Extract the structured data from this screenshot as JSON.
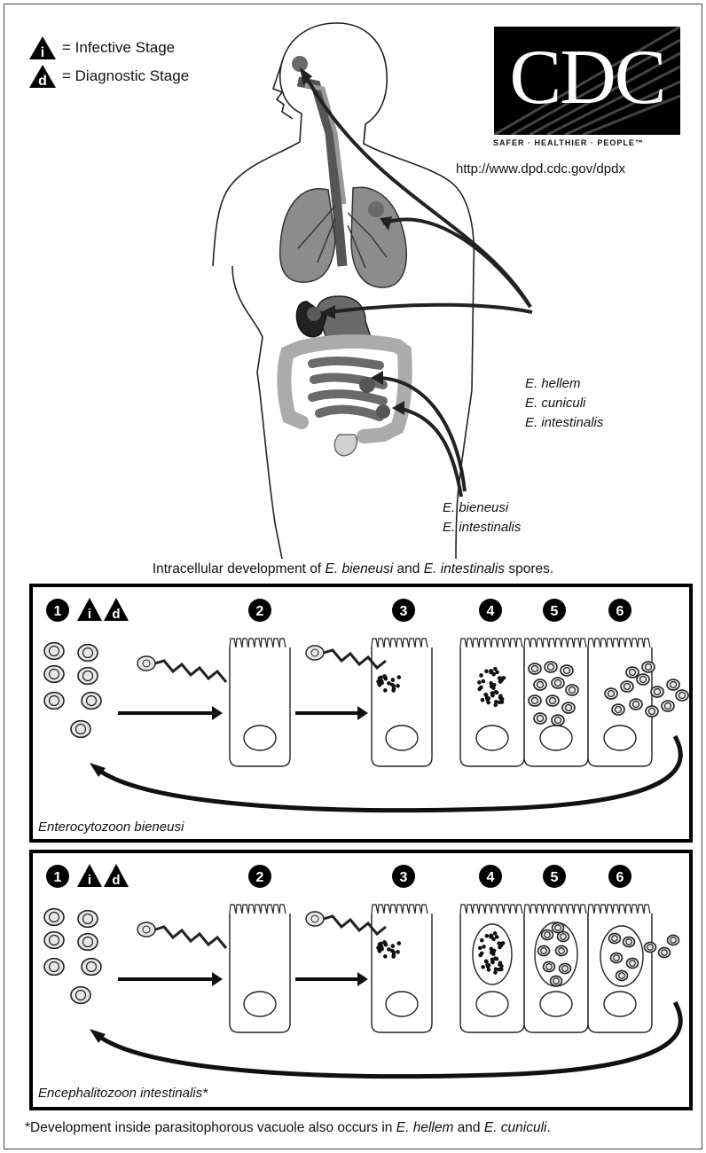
{
  "legend": {
    "infective": {
      "symbol": "i",
      "label": "= Infective Stage"
    },
    "diagnostic": {
      "symbol": "d",
      "label": "= Diagnostic Stage"
    }
  },
  "logo": {
    "text": "CDC",
    "tagline": "SAFER · HEALTHIER · PEOPLE™",
    "url": "http://www.dpd.cdc.gov/dpdx"
  },
  "body_labels": {
    "group_a": [
      "E. hellem",
      "E. cuniculi",
      "E. intestinalis"
    ],
    "group_b": [
      "E. bieneusi",
      "E. intestinalis"
    ]
  },
  "caption": {
    "prefix": "Intracellular development of ",
    "sp1": "E. bieneusi",
    "mid": " and ",
    "sp2": "E. intestinalis",
    "suffix": " spores."
  },
  "panels": [
    {
      "organism": "Enterocytozoon bieneusi",
      "steps": [
        "1",
        "2",
        "3",
        "4",
        "5",
        "6"
      ],
      "markers": [
        "i",
        "d"
      ]
    },
    {
      "organism": "Encephalitozoon intestinalis*",
      "steps": [
        "1",
        "2",
        "3",
        "4",
        "5",
        "6"
      ],
      "markers": [
        "i",
        "d"
      ]
    }
  ],
  "footnote": {
    "prefix": "*Development inside parasitophorous vacuole also occurs in ",
    "sp1": "E. hellem",
    "mid": " and ",
    "sp2": "E. cuniculi",
    "suffix": "."
  }
}
